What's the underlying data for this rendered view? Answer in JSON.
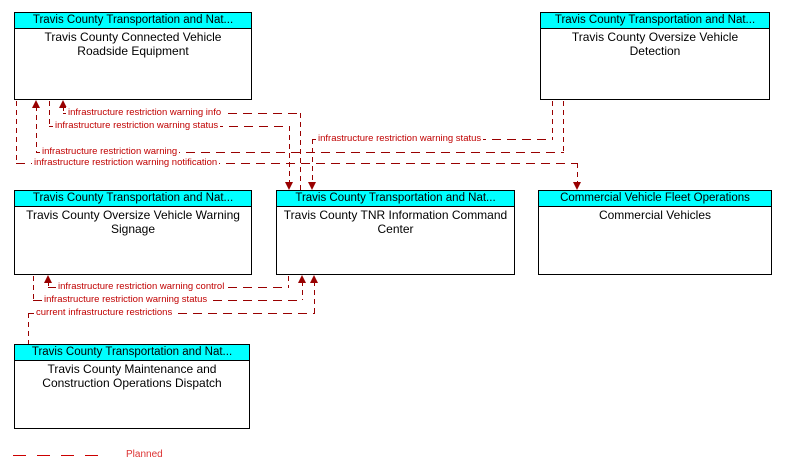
{
  "boxes": [
    {
      "header": "Travis County Transportation and Nat...",
      "name": "Travis County Connected Vehicle Roadside Equipment"
    },
    {
      "header": "Travis County Transportation and Nat...",
      "name": "Travis County Oversize Vehicle Detection"
    },
    {
      "header": "Travis County Transportation and Nat...",
      "name": "Travis County Oversize Vehicle Warning Signage"
    },
    {
      "header": "Travis County Transportation and Nat...",
      "name": "Travis County TNR Information Command Center"
    },
    {
      "header": "Commercial Vehicle Fleet Operations",
      "name": "Commercial Vehicles"
    },
    {
      "header": "Travis County Transportation and Nat...",
      "name": "Travis County Maintenance and Construction Operations Dispatch"
    }
  ],
  "flows": [
    {
      "label": "infrastructure restriction warning info",
      "from": "Travis County TNR Information Command Center",
      "to": "Travis County Connected Vehicle Roadside Equipment"
    },
    {
      "label": "infrastructure restriction warning status",
      "from": "Travis County Connected Vehicle Roadside Equipment",
      "to": "Travis County TNR Information Command Center"
    },
    {
      "label": "infrastructure restriction warning",
      "from": "Travis County Oversize Vehicle Detection",
      "to": "Travis County Connected Vehicle Roadside Equipment"
    },
    {
      "label": "infrastructure restriction warning notification",
      "from": "Travis County Connected Vehicle Roadside Equipment",
      "to": "Commercial Vehicles"
    },
    {
      "label": "infrastructure restriction warning status",
      "from": "Travis County Oversize Vehicle Detection",
      "to": "Travis County TNR Information Command Center"
    },
    {
      "label": "infrastructure restriction warning control",
      "from": "Travis County TNR Information Command Center",
      "to": "Travis County Oversize Vehicle Warning Signage"
    },
    {
      "label": "infrastructure restriction warning status",
      "from": "Travis County Oversize Vehicle Warning Signage",
      "to": "Travis County TNR Information Command Center"
    },
    {
      "label": "current infrastructure restrictions",
      "from": "Travis County Maintenance and Construction Operations Dispatch",
      "to": "Travis County TNR Information Command Center"
    }
  ],
  "legend": {
    "label": "Planned"
  },
  "colors": {
    "header_bg": "#00ffff",
    "line": "#990000",
    "flow_label_text": "#c00000",
    "legend_text": "#dd3333",
    "box_border": "#000000"
  }
}
